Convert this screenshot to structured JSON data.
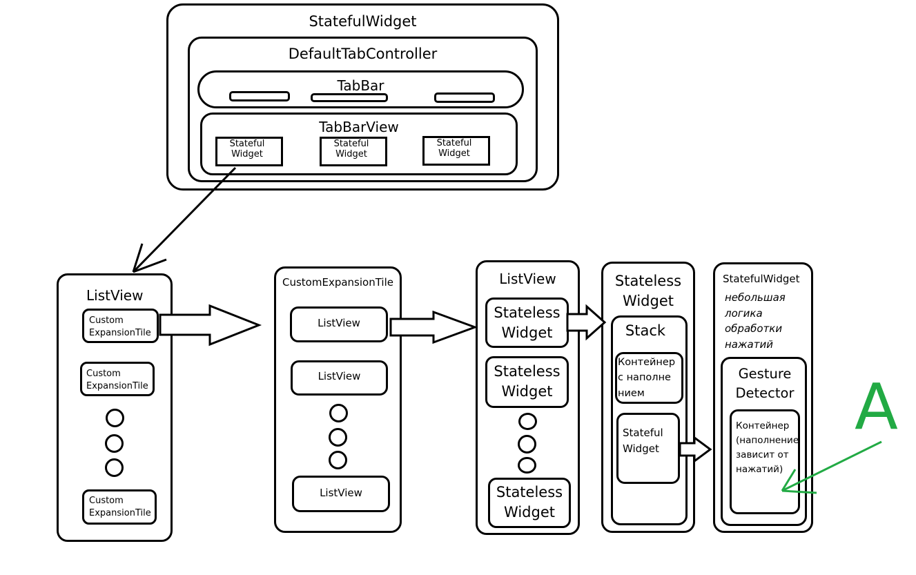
{
  "top": {
    "stateful_widget": "StatefulWidget",
    "default_tab_controller": "DefaultTabController",
    "tab_bar": "TabBar",
    "tab_bar_view": "TabBarView",
    "pages": [
      "Stateful Widget",
      "Stateful Widget",
      "Stateful Widget"
    ]
  },
  "col1": {
    "title": "ListView",
    "items": [
      "Custom ExpansionTile",
      "Custom ExpansionTile",
      "Custom ExpansionTile"
    ]
  },
  "col2": {
    "title": "CustomExpansionTile",
    "items": [
      "ListView",
      "ListView",
      "ListView"
    ]
  },
  "col3": {
    "title": "ListView",
    "items": [
      "Stateless Widget",
      "Stateless Widget",
      "Stateless Widget"
    ]
  },
  "col4": {
    "title": "Stateless Widget",
    "stack": "Stack",
    "container": "Контейнер с наполне нием",
    "stateful": "Stateful Widget"
  },
  "col5": {
    "title": "StatefulWidget",
    "note": "небольшая логика обработки нажатий",
    "gesture": "Gesture Detector",
    "container": "Контейнер (наполнение зависит от нажатий)"
  },
  "annotation": {
    "letter": "A",
    "color": "#22aa44"
  }
}
